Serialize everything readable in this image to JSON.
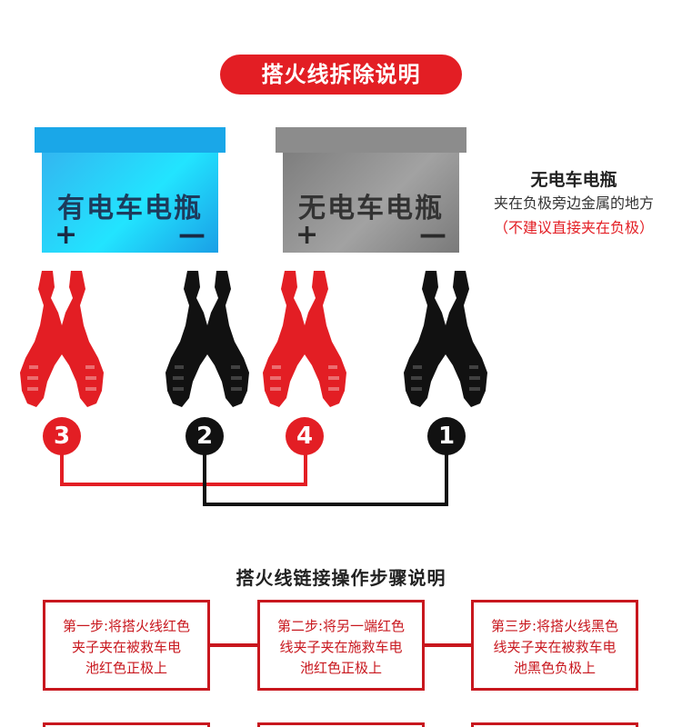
{
  "header": {
    "title": "搭火线拆除说明"
  },
  "batteries": {
    "charged": {
      "label": "有电车电瓶",
      "plus": "+",
      "minus": "—",
      "color": "#1aa7e8"
    },
    "dead": {
      "label": "无电车电瓶",
      "plus": "+",
      "minus": "—",
      "color": "#8c8c8c"
    }
  },
  "note": {
    "title": "无电车电瓶",
    "body": "夹在负极旁边金属的地方",
    "warning": "（不建议直接夹在负极）"
  },
  "clamps": [
    {
      "color": "#e31e24",
      "badge": "3"
    },
    {
      "color": "#111111",
      "badge": "2"
    },
    {
      "color": "#e31e24",
      "badge": "4"
    },
    {
      "color": "#111111",
      "badge": "1"
    }
  ],
  "wire_colors": {
    "red": "#e31e24",
    "black": "#111111"
  },
  "steps_section": {
    "title": "搭火线链接操作步骤说明",
    "steps": [
      {
        "line1": "第一步:将搭火线红色",
        "line2": "夹子夹在被救车电",
        "line3": "池红色正极上"
      },
      {
        "line1": "第二步:将另一端红色",
        "line2": "线夹子夹在施救车电",
        "line3": "池红色正极上"
      },
      {
        "line1": "第三步:将搭火线黑色",
        "line2": "线夹子夹在被救车电",
        "line3": "池黑色负极上"
      }
    ]
  }
}
